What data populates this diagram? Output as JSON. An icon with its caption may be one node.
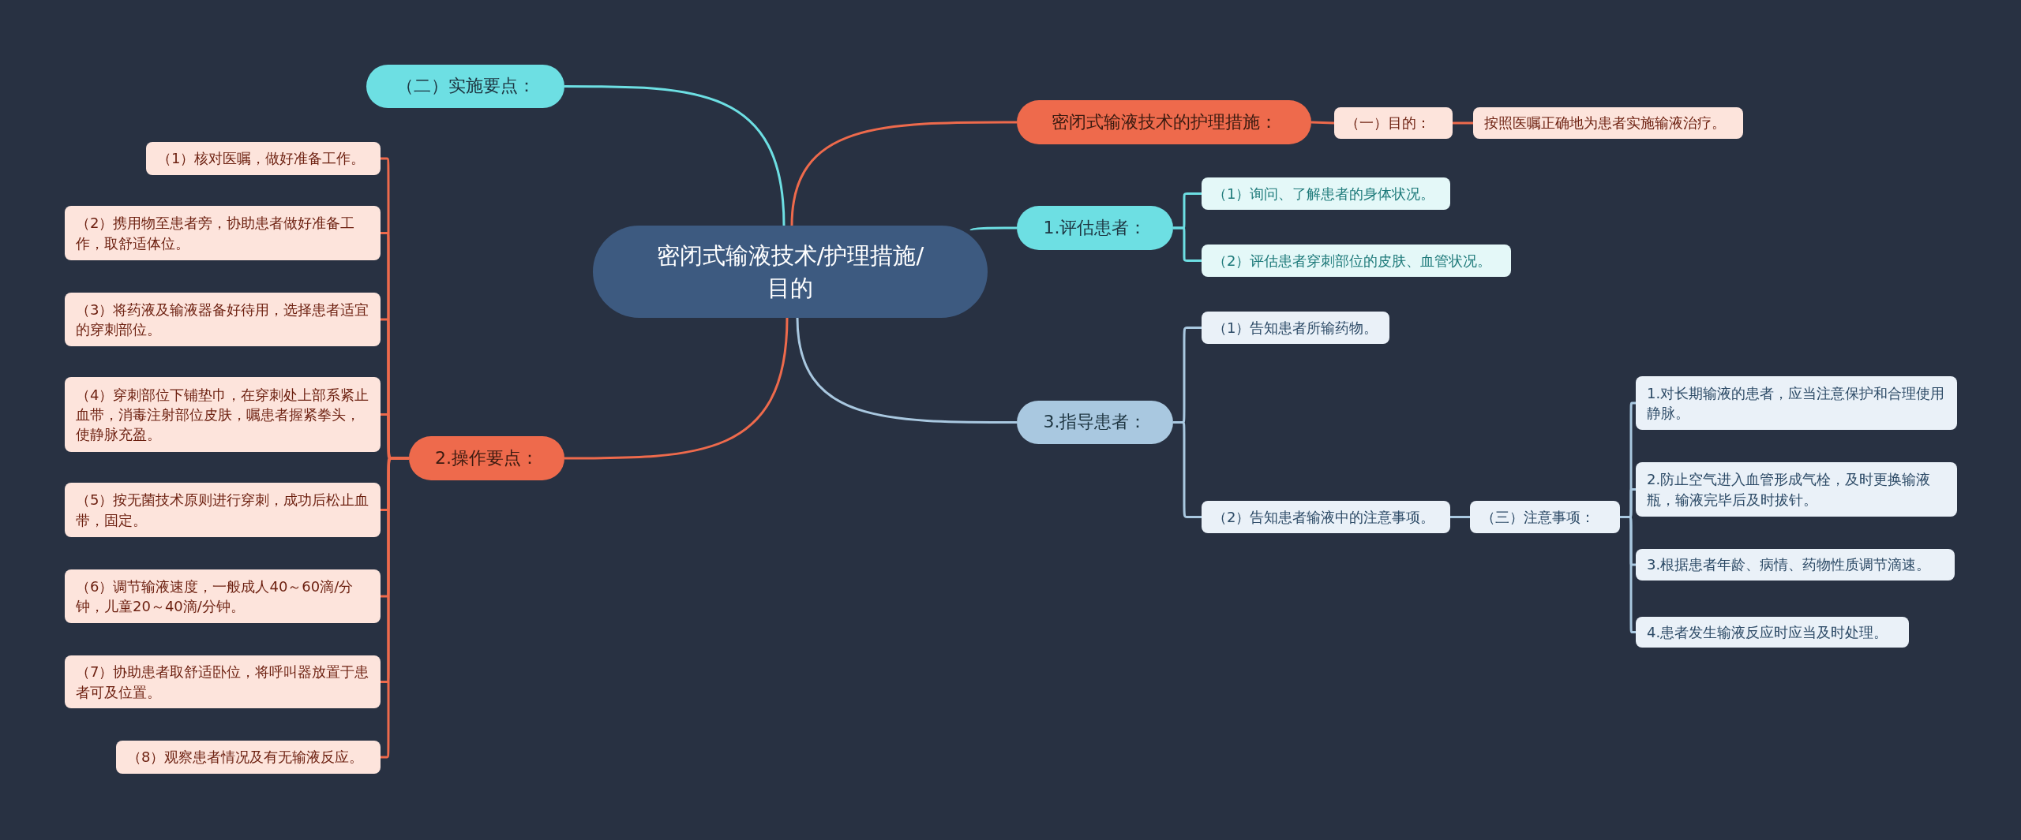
{
  "diagram": {
    "nodes": [
      {
        "text": [
          "密闭式输液技术/护理措施/目的"
        ]
      },
      {
        "text": [
          "（二）实施要点："
        ]
      },
      {
        "text": [
          "密闭式输液技术的护理措施："
        ]
      },
      {
        "text": [
          "（一）目的："
        ]
      },
      {
        "text": [
          "按照医嘱正确地为患者实施输液治疗。"
        ]
      },
      {
        "text": [
          "1.评估患者："
        ]
      },
      {
        "text": [
          "（1）询问、了解患者的身体状况。"
        ]
      },
      {
        "text": [
          "（2）评估患者穿刺部位的皮肤、血管状况。"
        ]
      },
      {
        "text": [
          "3.指导患者："
        ]
      },
      {
        "text": [
          "（1）告知患者所输药物。"
        ]
      },
      {
        "text": [
          "（2）告知患者输液中的注意事项。"
        ]
      },
      {
        "text": [
          "（三）注意事项："
        ]
      },
      {
        "text": [
          "1.对长期输液的患者，应当注意保护和合理使用静脉。"
        ]
      },
      {
        "text": [
          "2.防止空气进入血管形成气栓，及时更换输液瓶，输液完毕后及时拔针。"
        ]
      },
      {
        "text": [
          "3.根据患者年龄、病情、药物性质调节滴速。"
        ]
      },
      {
        "text": [
          "4.患者发生输液反应时应当及时处理。"
        ]
      },
      {
        "text": [
          "2.操作要点："
        ]
      },
      {
        "text": [
          "（1）核对医嘱，做好准备工作。"
        ]
      },
      {
        "text": [
          "（2）携用物至患者旁，协助患者做好准备工作，取舒适体位。"
        ]
      },
      {
        "text": [
          "（3）将药液及输液器备好待用，选择患者适宜的穿刺部位。"
        ]
      },
      {
        "text": [
          "（4）穿刺部位下铺垫巾，在穿刺处上部系紧止血带，消毒注射部位皮肤，嘱患者握紧拳头，使静脉充盈。"
        ]
      },
      {
        "text": [
          "（5）按无菌技术原则进行穿刺，成功后松止血带，固定。"
        ]
      },
      {
        "text": [
          "（6）调节输液速度，一般成人40～60滴/分钟，儿童20～40滴/分钟。"
        ]
      },
      {
        "text": [
          "（7）协助患者取舒适卧位，将呼叫器放置于患者可及位置。"
        ]
      },
      {
        "text": [
          "（8）观察患者情况及有无输液反应。"
        ]
      }
    ],
    "edges": [
      {
        "from": 0,
        "to": 1,
        "arrow": "none",
        "color": "#6ddfe3"
      },
      {
        "from": 0,
        "to": 2,
        "arrow": "none"
      },
      {
        "from": 2,
        "to": 3,
        "arrow": "none"
      },
      {
        "from": 3,
        "to": 4,
        "arrow": "none"
      },
      {
        "from": 0,
        "to": 5,
        "arrow": "none",
        "color": "#6ddfe3"
      },
      {
        "from": 5,
        "to": 6,
        "arrow": "none",
        "color": "#6ddfe3"
      },
      {
        "from": 5,
        "to": 7,
        "arrow": "none",
        "color": "#6ddfe3"
      },
      {
        "from": 0,
        "to": 8,
        "arrow": "none",
        "color": "#a9c8e0"
      },
      {
        "from": 8,
        "to": 9,
        "arrow": "none",
        "color": "#a9c8e0"
      },
      {
        "from": 8,
        "to": 10,
        "arrow": "none",
        "color": "#a9c8e0"
      },
      {
        "from": 10,
        "to": 11,
        "arrow": "none",
        "color": "#a9c8e0"
      },
      {
        "from": 11,
        "to": 12,
        "arrow": "none",
        "color": "#a9c8e0"
      },
      {
        "from": 11,
        "to": 13,
        "arrow": "none",
        "color": "#a9c8e0"
      },
      {
        "from": 11,
        "to": 14,
        "arrow": "none",
        "color": "#a9c8e0"
      },
      {
        "from": 11,
        "to": 15,
        "arrow": "none",
        "color": "#a9c8e0"
      },
      {
        "from": 0,
        "to": 16,
        "arrow": "none"
      },
      {
        "from": 16,
        "to": 17,
        "arrow": "none"
      },
      {
        "from": 16,
        "to": 18,
        "arrow": "none"
      },
      {
        "from": 16,
        "to": 19,
        "arrow": "none"
      },
      {
        "from": 16,
        "to": 20,
        "arrow": "none"
      },
      {
        "from": 16,
        "to": 21,
        "arrow": "none"
      },
      {
        "from": 16,
        "to": 22,
        "arrow": "none"
      },
      {
        "from": 16,
        "to": 23,
        "arrow": "none"
      },
      {
        "from": 16,
        "to": 24,
        "arrow": "none"
      }
    ]
  }
}
